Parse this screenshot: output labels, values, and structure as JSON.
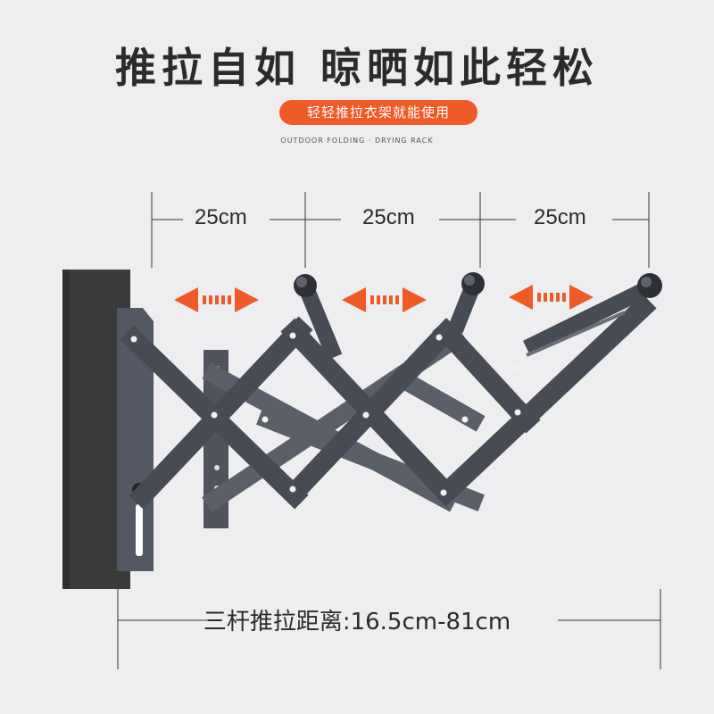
{
  "header": {
    "headline": "推拉自如 晾晒如此轻松",
    "pill": "轻轻推拉衣架就能使用",
    "tagline": "OUTDOOR FOLDING · DRYING RACK"
  },
  "dimensions": {
    "spacing": [
      "25cm",
      "25cm",
      "25cm"
    ],
    "range": "三杆推拉距离:16.5cm-81cm"
  },
  "colors": {
    "accent": "#ef5a26",
    "frame": "#4a4e57",
    "wall": "#3a3a3c",
    "text": "#2b2b2b"
  }
}
